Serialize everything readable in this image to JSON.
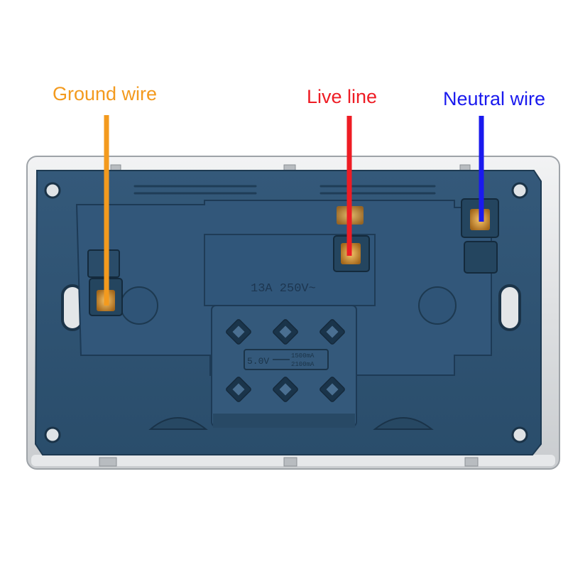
{
  "labels": {
    "ground": "Ground wire",
    "live": "Live line",
    "neutral": "Neutral wire"
  },
  "socket": {
    "rating_text": "13A 250V~",
    "usb_voltage": "5.0V",
    "usb_current_1": "1500mA",
    "usb_current_2": "2100mA"
  },
  "colors": {
    "ground": "#f39a1e",
    "live": "#ee1c24",
    "neutral": "#1a1aee",
    "housing": "#2f5473",
    "frame": "#d9dcde",
    "terminal_brass": "#c9872a"
  }
}
